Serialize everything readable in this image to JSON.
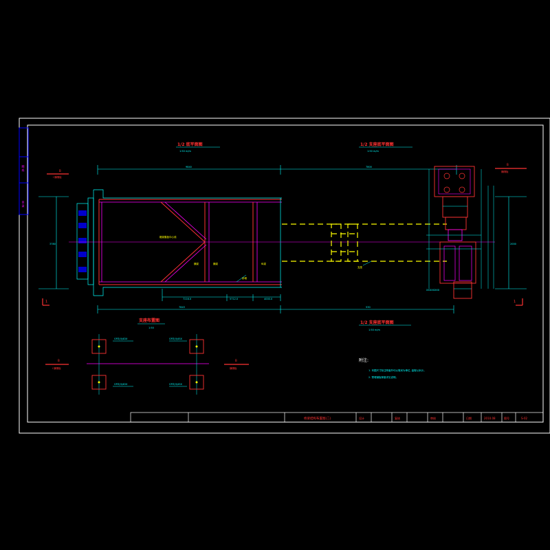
{
  "colors": {
    "background": "#000000",
    "frame": "#ffffff",
    "dimension": "#00ffff",
    "member": "#ff3333",
    "member_inner": "#ff00ff",
    "centerline": "#ff00ff",
    "dashed": "#ffff00",
    "title_text": "#ff3333",
    "note_text": "#00ffff",
    "annotation": "#ffff00",
    "side_block": "#0000ff"
  },
  "views": {
    "left_title": "1/2 底平面图",
    "left_scale": "1:50 m/m",
    "right_title": "1/2 支座底平面图",
    "right_scale": "1:50 m/m",
    "lower_right_title": "1/2 支座底平面图",
    "lower_right_scale": "1:50 m/m",
    "support_title": "支座布置图",
    "support_scale": "1:50",
    "center_label": "箱梁腹板中心线",
    "label_a": "横梁",
    "label_b": "横梁",
    "label_c": "纵梁",
    "label_d": "桥墩",
    "label_e": "支座",
    "right_corner_label": "XXXXXXXX"
  },
  "section_marks": {
    "left_top_num": "B",
    "left_top_text": "I 横隔板",
    "right_top_num": "B",
    "right_top_text": "横隔板",
    "left_mark": "1",
    "right_mark": "1",
    "support_left_num": "B",
    "support_left_text": "I 横隔板",
    "support_right_num": "B",
    "support_right_text": "横隔板"
  },
  "dimensions": {
    "top_left": "9840",
    "top_right": "7800",
    "bottom_a": "7216.0",
    "bottom_b": "5712.0",
    "bottom_c": "4000.0",
    "bottom_overall_left": "7843",
    "bottom_overall_right": "530",
    "left_height": "3780",
    "right_height": "2000"
  },
  "support_labels": {
    "tl": "GPZ(II)4DX",
    "tr": "GPZ(II)4SX",
    "bl": "GPZ(II)4DX",
    "br": "GPZ(II)4SX"
  },
  "notes": {
    "title": "附注:",
    "line1": "1. 本图尺寸除注明者外均以毫米为单位, 高程以米计。",
    "line2": "2. 预埋钢板厚度详见说明。"
  },
  "title_block": {
    "drawing_name": "桥梁结构布置图(二)",
    "design_label": "设计",
    "check_label": "复核",
    "review_label": "审核",
    "date_label": "日期",
    "date_value": "2010.08",
    "sheet_label": "图号",
    "sheet_value": "S-02"
  },
  "side_strip": {
    "upper": "图 纸",
    "lower": "目 录"
  }
}
